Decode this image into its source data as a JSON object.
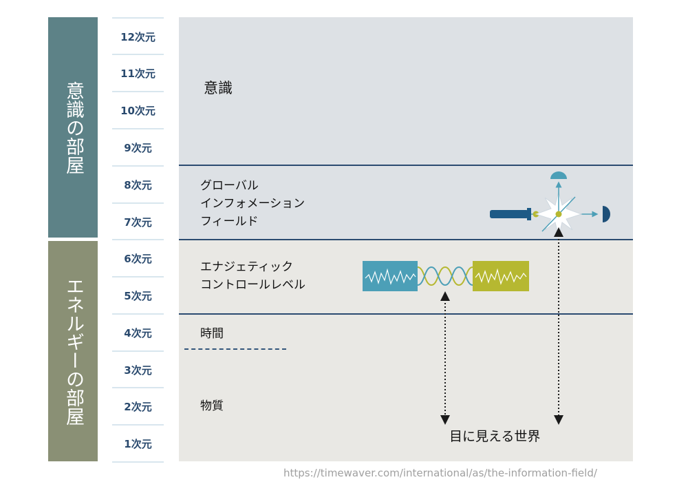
{
  "rooms": {
    "consciousness": "意識の部屋",
    "energy": "エネルギーの部屋"
  },
  "dimensions": [
    "12次元",
    "11次元",
    "10次元",
    "9次元",
    "8次元",
    "7次元",
    "6次元",
    "5次元",
    "4次元",
    "3次元",
    "2次元",
    "1次元"
  ],
  "levels": {
    "consciousness": "意識",
    "global_field": "グローバル\nインフォメーション\nフィールド",
    "energetic_control": "エナジェティック\nコントロールレベル",
    "time": "時間",
    "matter": "物質"
  },
  "visible_world": "目に見える世界",
  "source_url": "https://timewaver.com/international/as/the-information-field/",
  "colors": {
    "room_consciousness": "#5d8287",
    "room_energy": "#8a9075",
    "wave_teal": "#4c9fb7",
    "wave_olive": "#b6b831",
    "divider": "#2a4a70",
    "dimension_text": "#2a4a6e"
  }
}
